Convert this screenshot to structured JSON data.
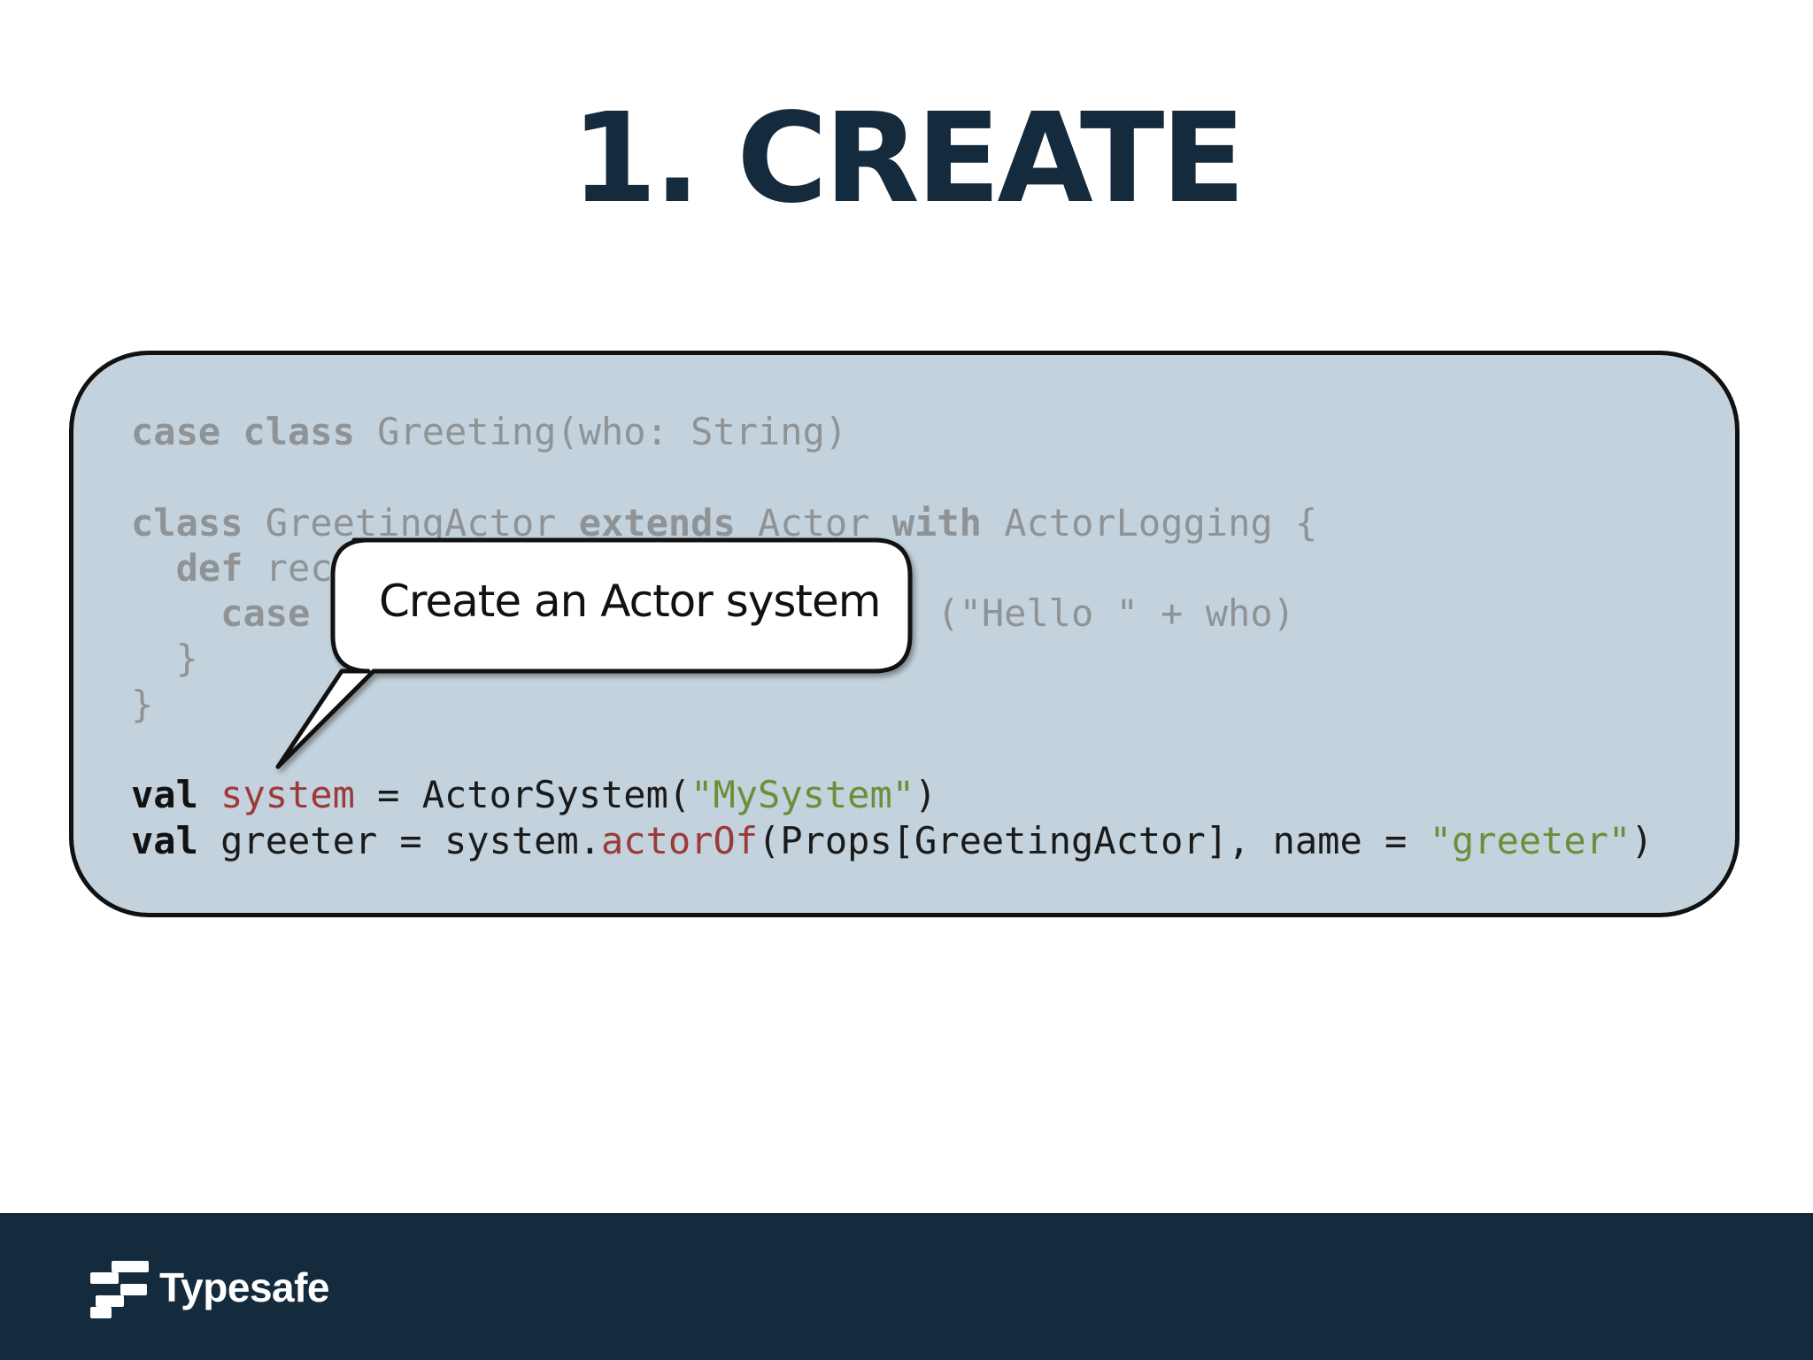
{
  "slide": {
    "title": "1. CREATE"
  },
  "code": {
    "lines": [
      {
        "tokens": [
          {
            "text": "case class",
            "style": "kw"
          },
          {
            "text": " Greeting(who: String)",
            "style": "plain"
          }
        ],
        "emphasis": "dim"
      },
      {
        "tokens": [],
        "emphasis": "dim"
      },
      {
        "tokens": [
          {
            "text": "class",
            "style": "kw"
          },
          {
            "text": " GreetingActor ",
            "style": "plain"
          },
          {
            "text": "extends",
            "style": "kw"
          },
          {
            "text": " Actor ",
            "style": "plain"
          },
          {
            "text": "with",
            "style": "kw"
          },
          {
            "text": " ActorLogging {",
            "style": "plain"
          }
        ],
        "emphasis": "dim"
      },
      {
        "tokens": [
          {
            "text": "  ",
            "style": "plain"
          },
          {
            "text": "def",
            "style": "kw"
          },
          {
            "text": " rec",
            "style": "plain"
          }
        ],
        "emphasis": "dim"
      },
      {
        "tokens": [
          {
            "text": "    ",
            "style": "plain"
          },
          {
            "text": "case",
            "style": "kw"
          },
          {
            "text": "                            (\"Hello \" + who)",
            "style": "plain"
          }
        ],
        "emphasis": "dim"
      },
      {
        "tokens": [
          {
            "text": "  }",
            "style": "plain"
          }
        ],
        "emphasis": "dim"
      },
      {
        "tokens": [
          {
            "text": "}",
            "style": "plain"
          }
        ],
        "emphasis": "dim"
      },
      {
        "tokens": [],
        "emphasis": "dim"
      },
      {
        "tokens": [
          {
            "text": "val",
            "style": "kw"
          },
          {
            "text": " ",
            "style": "plain"
          },
          {
            "text": "system",
            "style": "red"
          },
          {
            "text": " = ActorSystem(",
            "style": "plain"
          },
          {
            "text": "\"MySystem\"",
            "style": "grn"
          },
          {
            "text": ")",
            "style": "plain"
          }
        ],
        "emphasis": "hi"
      },
      {
        "tokens": [
          {
            "text": "val",
            "style": "kw"
          },
          {
            "text": " greeter = system.",
            "style": "plain"
          },
          {
            "text": "actorOf",
            "style": "red"
          },
          {
            "text": "(Props[GreetingActor], name = ",
            "style": "plain"
          },
          {
            "text": "\"greeter\"",
            "style": "grn"
          },
          {
            "text": ")",
            "style": "plain"
          }
        ],
        "emphasis": "hi"
      }
    ]
  },
  "callout": {
    "text": "Create an Actor system"
  },
  "footer": {
    "brand": "Typesafe",
    "logo_icon": "typesafe-logo-icon"
  },
  "colors": {
    "title": "#142a3d",
    "footer_bg": "#142a3d",
    "code_box_bg": "#c3d2dc",
    "identifier_red": "#9c3a3a",
    "string_green": "#6d8e3a",
    "dimmed_code": "#8f9396"
  }
}
